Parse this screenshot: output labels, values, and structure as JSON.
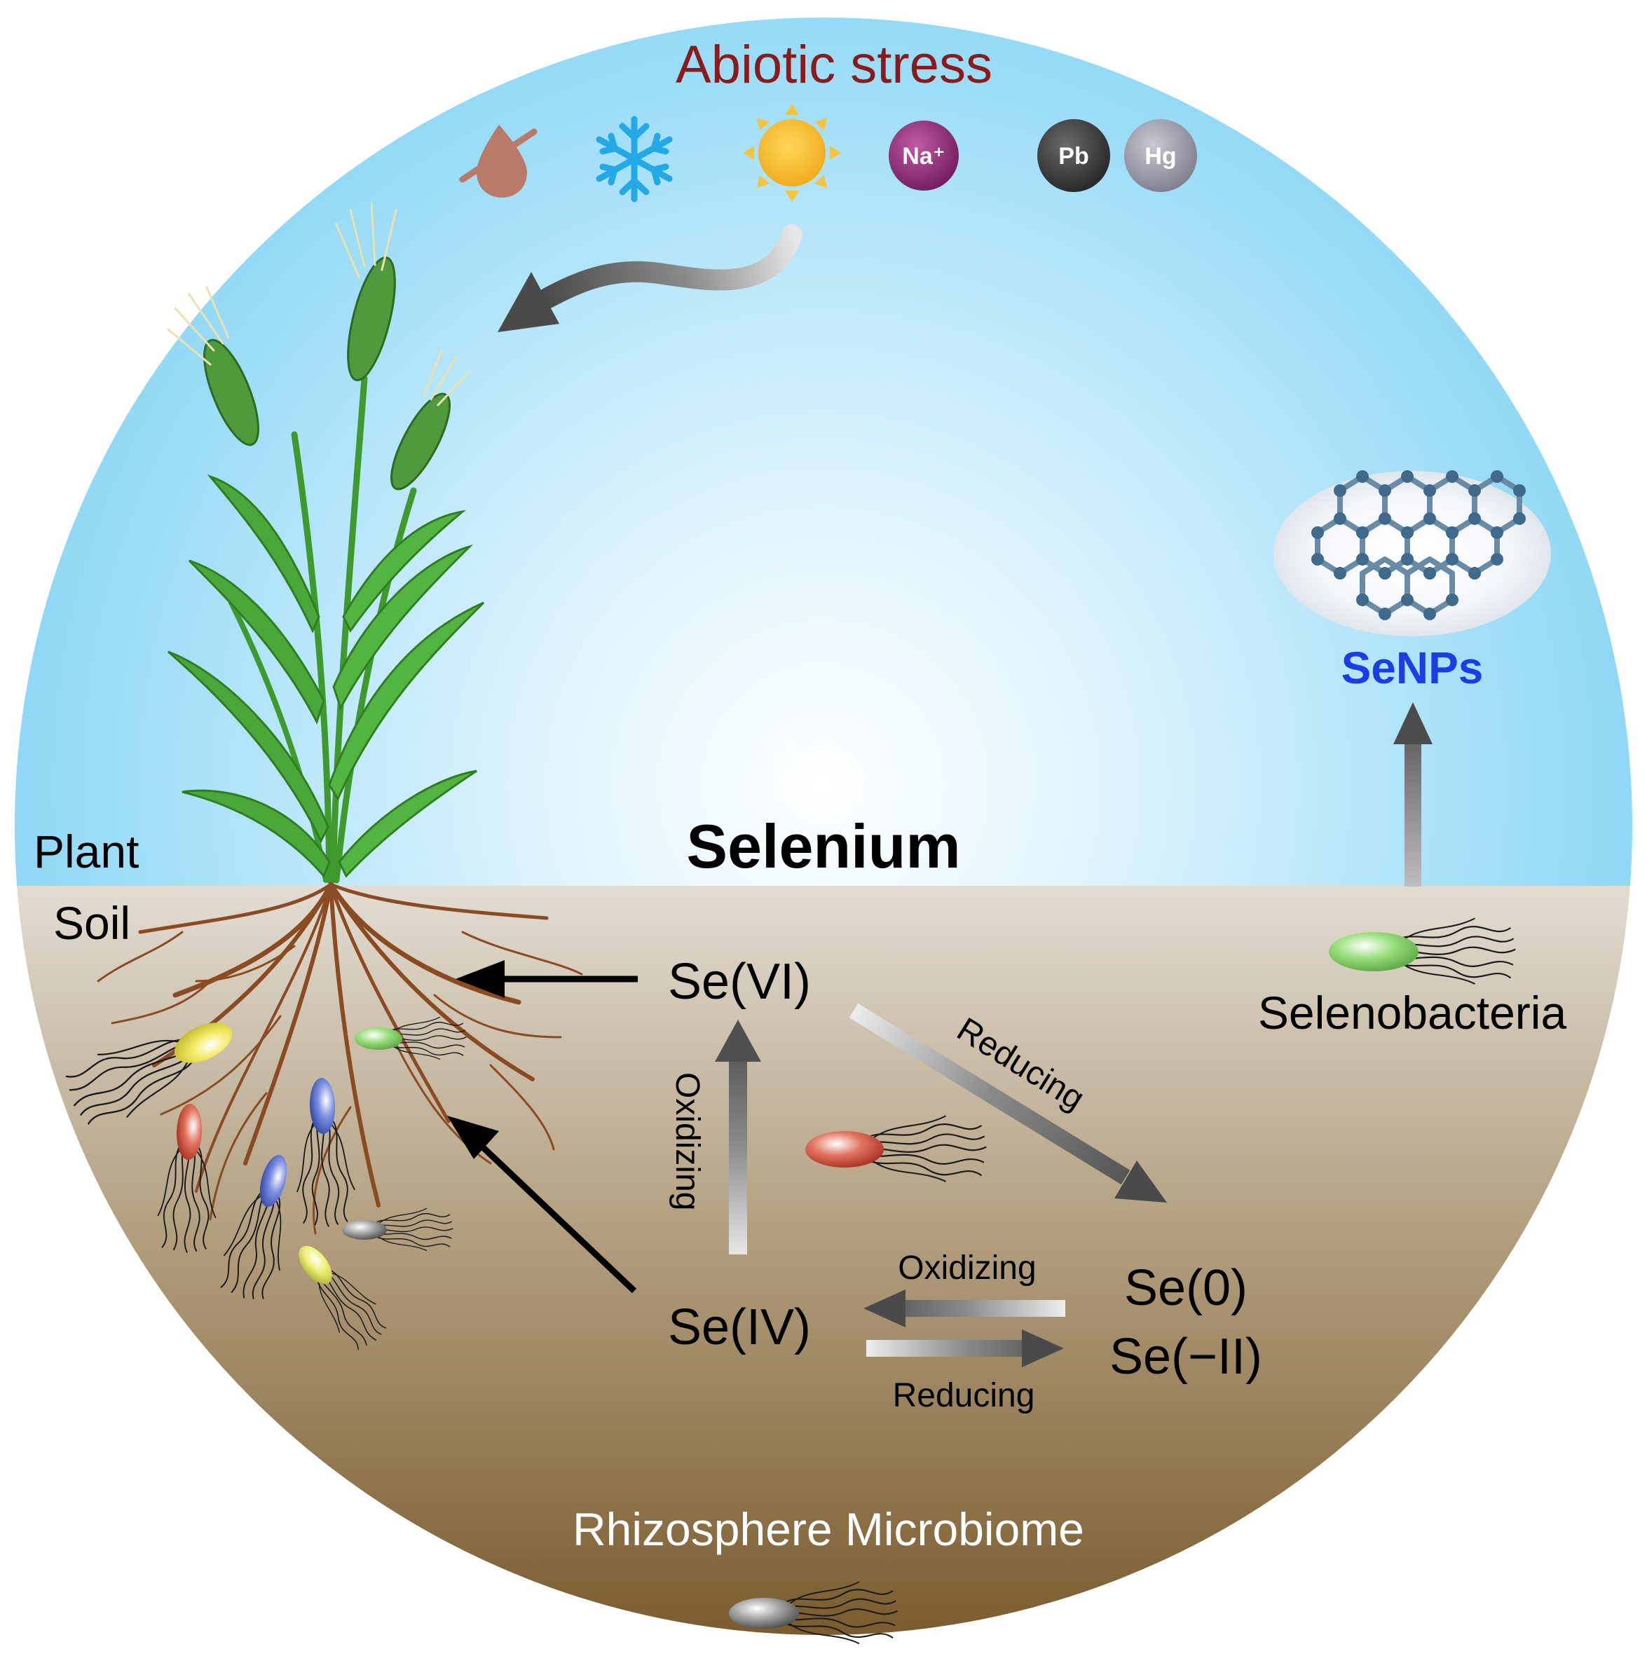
{
  "labels": {
    "abiotic_stress": "Abiotic stress",
    "selenium": "Selenium",
    "plant": "Plant",
    "soil": "Soil",
    "senps": "SeNPs",
    "selenobacteria": "Selenobacteria",
    "se_vi": "Se(VI)",
    "se_iv": "Se(IV)",
    "se_0": "Se(0)",
    "se_minus_ii": "Se(−II)",
    "reducing_diagonal": "Reducing",
    "oxidizing_vertical": "Oxidizing",
    "oxidizing_horizontal": "Oxidizing",
    "reducing_horizontal": "Reducing",
    "rhizosphere_microbiome": "Rhizosphere Microbiome"
  },
  "stress_icons": [
    {
      "name": "drought-icon"
    },
    {
      "name": "cold-snowflake-icon"
    },
    {
      "name": "heat-sun-icon"
    },
    {
      "name": "salinity-na-icon",
      "text": "Na⁺"
    },
    {
      "name": "lead-pb-icon",
      "text": "Pb"
    },
    {
      "name": "mercury-hg-icon",
      "text": "Hg"
    }
  ],
  "colors": {
    "sky_top": "#8fd8f6",
    "sky_center": "#eef9fe",
    "soil_top": "#e2dcd2",
    "soil_bottom": "#7d5f32",
    "stress_title": "#8b1a1a",
    "senps_text": "#1a3de6",
    "arrow_gray": "#555555",
    "root_brown": "#8a4a22",
    "plant_green": "#3f9a2e"
  }
}
